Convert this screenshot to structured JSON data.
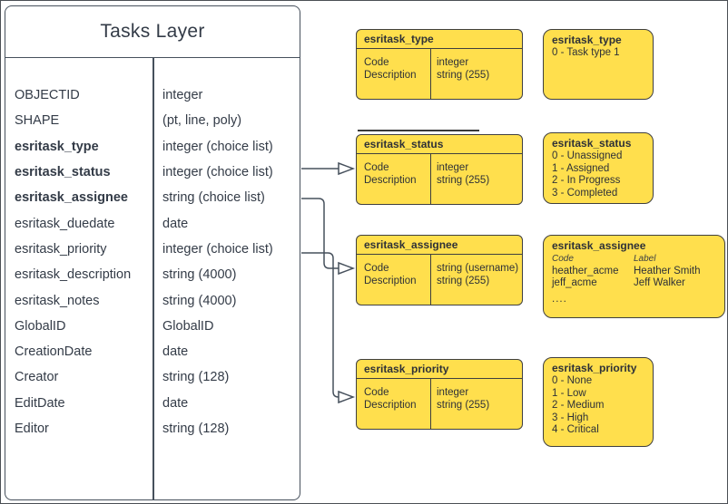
{
  "colors": {
    "yellow_fill": "#ffdf4d",
    "box_border": "#3f3f3f",
    "table_border": "#46505c",
    "connector": "#46505c",
    "text": "#333b47"
  },
  "tasks_layer": {
    "title": "Tasks Layer",
    "fields": [
      {
        "name": "OBJECTID",
        "type": "integer"
      },
      {
        "name": "SHAPE",
        "type": "(pt, line, poly)"
      },
      {
        "name": "esritask_type",
        "type": "integer (choice list)"
      },
      {
        "name": "esritask_status",
        "type": "integer (choice list)"
      },
      {
        "name": "esritask_assignee",
        "type": "string (choice list)"
      },
      {
        "name": "esritask_duedate",
        "type": "date"
      },
      {
        "name": "esritask_priority",
        "type": "integer (choice list)"
      },
      {
        "name": "esritask_description",
        "type": "string (4000)"
      },
      {
        "name": "esritask_notes",
        "type": "string (4000)"
      },
      {
        "name": "GlobalID",
        "type": "GlobalID"
      },
      {
        "name": "CreationDate",
        "type": "date"
      },
      {
        "name": "Creator",
        "type": "string (128)"
      },
      {
        "name": "EditDate",
        "type": "date"
      },
      {
        "name": "Editor",
        "type": "string (128)"
      }
    ]
  },
  "domains": [
    {
      "schema": {
        "title": "esritask_type",
        "rows": [
          "Code",
          "Description"
        ],
        "types": [
          "integer",
          "string (255)"
        ]
      },
      "values": {
        "title": "esritask_type",
        "lines": [
          "0 - Task type 1"
        ]
      }
    },
    {
      "schema": {
        "title": "esritask_status",
        "rows": [
          "Code",
          "Description"
        ],
        "types": [
          "integer",
          "string (255)"
        ]
      },
      "values": {
        "title": "esritask_status",
        "lines": [
          "0 - Unassigned",
          "1 - Assigned",
          "2 - In Progress",
          "3 - Completed"
        ]
      }
    },
    {
      "schema": {
        "title": "esritask_assignee",
        "rows": [
          "Code",
          "Description"
        ],
        "types": [
          "string (username)",
          "string (255)"
        ]
      },
      "values": {
        "title": "esritask_assignee",
        "col_headers": [
          "Code",
          "Label"
        ],
        "rows": [
          [
            "heather_acme",
            "Heather Smith"
          ],
          [
            "jeff_acme",
            "Jeff Walker"
          ]
        ],
        "more": "...."
      }
    },
    {
      "schema": {
        "title": "esritask_priority",
        "rows": [
          "Code",
          "Description"
        ],
        "types": [
          "integer",
          "string (255)"
        ]
      },
      "values": {
        "title": "esritask_priority",
        "lines": [
          "0 - None",
          "1 - Low",
          "2 - Medium",
          "3 - High",
          "4 - Critical"
        ]
      }
    }
  ]
}
